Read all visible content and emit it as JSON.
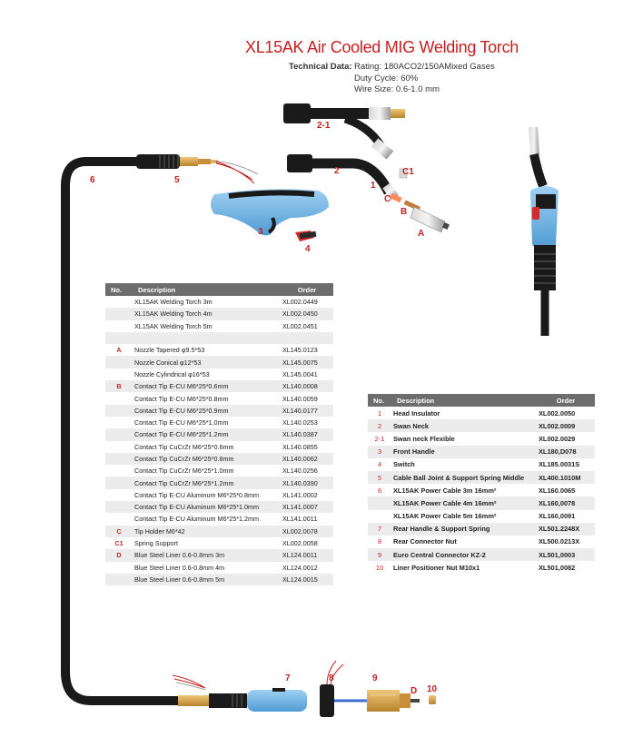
{
  "title": "XL15AK Air Cooled MIG Welding Torch",
  "technical_data": {
    "label": "Technical Data:",
    "rating": "Rating: 180ACO2/150AMixed Gases",
    "duty_cycle": "Duty Cycle: 60%",
    "wire_size": "Wire Size: 0.6-1.0 mm"
  },
  "callouts": {
    "c2_1": "2-1",
    "c2": "2",
    "c1": "1",
    "cC1": "C1",
    "cC": "C",
    "cB": "B",
    "cA": "A",
    "c3": "3",
    "c4": "4",
    "c5": "5",
    "c6": "6",
    "c7": "7",
    "c8": "8",
    "c9": "9",
    "cD": "D",
    "c10": "10"
  },
  "left_table": {
    "headers": {
      "no": "No.",
      "description": "Description",
      "order": "Order"
    },
    "rows": [
      {
        "no": "",
        "description": "XL15AK Welding Torch 3m",
        "order": "XL002.0449"
      },
      {
        "no": "",
        "description": "XL15AK Welding Torch 4m",
        "order": "XL002.0450"
      },
      {
        "no": "",
        "description": "XL15AK Welding Torch 5m",
        "order": "XL002.0451"
      },
      {
        "no": "",
        "description": "",
        "order": ""
      },
      {
        "no": "A",
        "description": "Nozzle Tapered φ9.5*53",
        "order": "XL145.0123"
      },
      {
        "no": "",
        "description": "Nozzle Conical φ12*53",
        "order": "XL145.0075"
      },
      {
        "no": "",
        "description": "Nozzle Cylindrical φ16*53",
        "order": "XL145.0041"
      },
      {
        "no": "B",
        "description": "Contact Tip E-CU M6*25*0.6mm",
        "order": "XL140.0008"
      },
      {
        "no": "",
        "description": "Contact Tip E-CU M6*25*0.8mm",
        "order": "XL140.0059"
      },
      {
        "no": "",
        "description": "Contact Tip E-CU M6*25*0.9mm",
        "order": "XL140.0177"
      },
      {
        "no": "",
        "description": "Contact Tip E-CU M6*25*1.0mm",
        "order": "XL140.0253"
      },
      {
        "no": "",
        "description": "Contact Tip E-CU M6*25*1.2mm",
        "order": "XL140.0387"
      },
      {
        "no": "",
        "description": "Contact Tip CuCrZr M6*25*0.6mm",
        "order": "XL140.0855"
      },
      {
        "no": "",
        "description": "Contact Tip CuCrZr M6*25*0.8mm",
        "order": "XL140.0062"
      },
      {
        "no": "",
        "description": "Contact Tip CuCrZr M6*25*1.0mm",
        "order": "XL140.0256"
      },
      {
        "no": "",
        "description": "Contact Tip CuCrZr M6*25*1.2mm",
        "order": "XL140.0390"
      },
      {
        "no": "",
        "description": "Contact Tip E-CU Aluminum M6*25*0.8mm",
        "order": "XL141.0002"
      },
      {
        "no": "",
        "description": "Contact Tip E-CU Aluminum M6*25*1.0mm",
        "order": "XL141.0007"
      },
      {
        "no": "",
        "description": "Contact Tip E-CU Aluminum M6*25*1.2mm",
        "order": "XL141.0011"
      },
      {
        "no": "C",
        "description": "Tip Holder M6*42",
        "order": "XL002.0078"
      },
      {
        "no": "C1",
        "description": "Spring Support",
        "order": "XL002.0058"
      },
      {
        "no": "D",
        "description": "Blue Steel Liner 0.6-0.8mm 3m",
        "order": "XL124.0011"
      },
      {
        "no": "",
        "description": "Blue Steel Liner 0.6-0.8mm 4m",
        "order": "XL124.0012"
      },
      {
        "no": "",
        "description": "Blue Steel Liner 0.6-0.8mm 5m",
        "order": "XL124.0015"
      }
    ]
  },
  "right_table": {
    "headers": {
      "no": "No.",
      "description": "Description",
      "order": "Order"
    },
    "rows": [
      {
        "no": "1",
        "description": "Head Insulator",
        "order": "XL002.0050"
      },
      {
        "no": "2",
        "description": "Swan Neck",
        "order": "XL002.0009"
      },
      {
        "no": "2-1",
        "description": "Swan neck Flexible",
        "order": "XL002.0029"
      },
      {
        "no": "3",
        "description": "Front Handle",
        "order": "XL180,D078"
      },
      {
        "no": "4",
        "description": "Switch",
        "order": "XL185.0031S"
      },
      {
        "no": "5",
        "description": "Cable Ball Joint & Support Spring Middle",
        "order": "XL400.1010M"
      },
      {
        "no": "6",
        "description": "XL15AK Power Cable 3m 16mm²",
        "order": "XL160.0065"
      },
      {
        "no": "",
        "description": "XL15AK Power Cable 4m 16mm²",
        "order": "XL160,0078"
      },
      {
        "no": "",
        "description": "XL15AK Power Cable 5m 16mm²",
        "order": "XL160,0091"
      },
      {
        "no": "7",
        "description": "Rear Handle & Support Spring",
        "order": "XL501.2248X"
      },
      {
        "no": "8",
        "description": "Rear Connector Nut",
        "order": "XL500.0213X"
      },
      {
        "no": "9",
        "description": "Euro Central Connector KZ-2",
        "order": "XL501,0003"
      },
      {
        "no": "10",
        "description": "Liner Positioner Nut M10x1",
        "order": "XL501,0082"
      }
    ]
  },
  "colors": {
    "accent_red": "#c81e1e",
    "header_gray": "#6d6d6d",
    "row_alt": "#ececec",
    "handle_blue": "#6fb3e0"
  }
}
